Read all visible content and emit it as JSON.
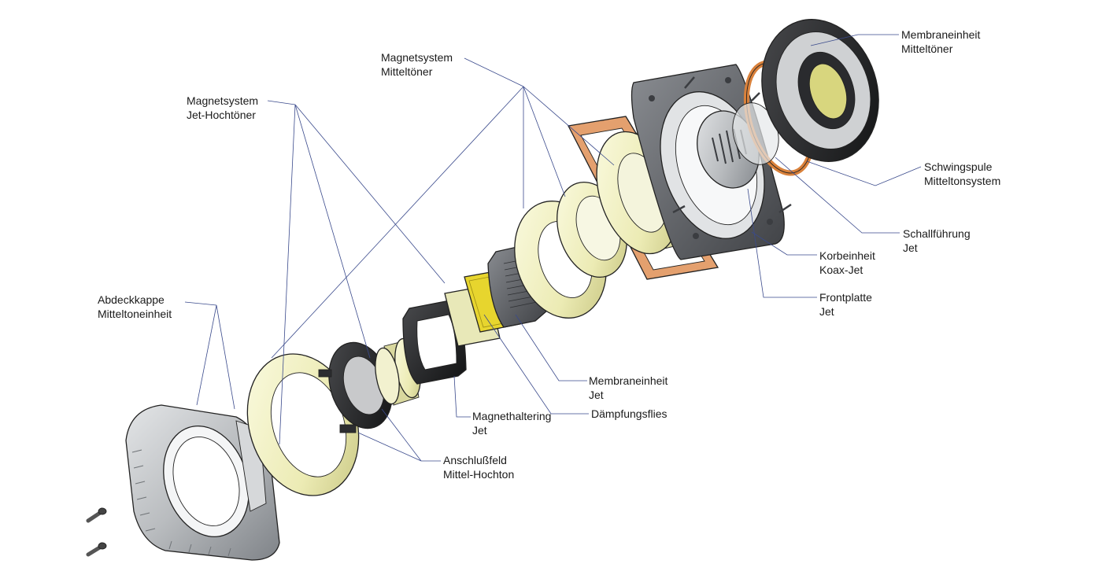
{
  "colors": {
    "leader": "#3a4a8c",
    "housing_grey": "#b9bcbf",
    "ring_yellow": "#ecebb4",
    "membrane_yellow": "#e7d52e",
    "gasket_orange": "#e4a06e",
    "coil_orange": "#d9813b",
    "dark_metal": "#5e6166",
    "rubber_black": "#1f2022"
  },
  "labels": {
    "membraneinheit_mitteltoner": [
      "Membraneinheit",
      "Mitteltöner"
    ],
    "magnetsystem_mitteltoner": [
      "Magnetsystem",
      "Mitteltöner"
    ],
    "magnetsystem_jet_hochtoner": [
      "Magnetsystem",
      "Jet-Hochtöner"
    ],
    "schwingspule_mitteltonsystem": [
      "Schwingspule",
      "Mitteltonsystem"
    ],
    "schallfuhrung_jet": [
      "Schallführung",
      "Jet"
    ],
    "korbeinheit_koax_jet": [
      "Korbeinheit",
      "Koax-Jet"
    ],
    "frontplatte_jet": [
      "Frontplatte",
      "Jet"
    ],
    "abdeckkappe_mitteltoneinheit": [
      "Abdeckkappe",
      "Mitteltoneinheit"
    ],
    "membraneinheit_jet": [
      "Membraneinheit",
      "Jet"
    ],
    "dampfungsflies": [
      "Dämpfungsflies"
    ],
    "magnethaltering_jet": [
      "Magnethaltering",
      "Jet"
    ],
    "anschlussfeld_mittel_hochton": [
      "Anschlußfeld",
      "Mittel-Hochton"
    ]
  }
}
